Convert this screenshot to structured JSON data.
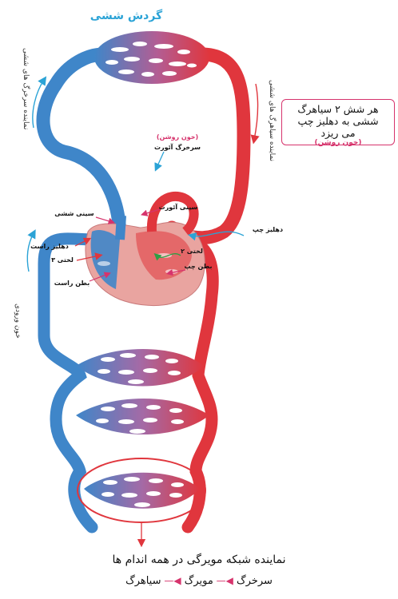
{
  "title": "گردش ششی",
  "side_labels": {
    "left_top": "نماینده سرخرگ های ششی",
    "left_bottom": "خون ورودی",
    "right_top": "نماینده سیاهرگ های ششی"
  },
  "labels": {
    "oxygenated_top": "(خون روشن)",
    "aorta": "سرخرگ آئورت",
    "pulmonary_vein_left": "سینی ششی",
    "aortic_valve": "سینی آئورت",
    "left_atrium": "دهلیز چپ",
    "right_atrium": "دهلیز راست",
    "tricuspid": "۳ لختی",
    "bicuspid": "۲ لختی",
    "left_ventricle": "بطن چپ",
    "right_ventricle": "بطن راست"
  },
  "callout": {
    "line1": "هر شش ۲ سیاهرگ",
    "line2": "ششی به دهلیز چپ",
    "line3": "می ریزد",
    "line4": "(خون روشن)"
  },
  "bottom": {
    "caption": "نماینده شبکه مویرگی در همه اندام ها",
    "artery": "سرخرگ",
    "capillary": "مویرگ",
    "vein": "سیاهرگ"
  },
  "colors": {
    "artery_red": "#e0363d",
    "vein_blue": "#3f86c9",
    "accent_pink": "#d6336c",
    "title_blue": "#2ba3d6",
    "heart_pink": "#e9a4a0"
  }
}
